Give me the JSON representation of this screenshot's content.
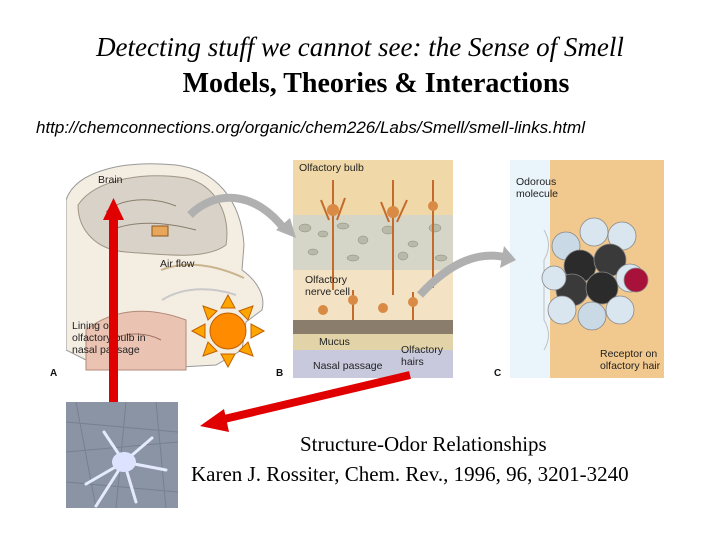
{
  "title": {
    "line1": "Detecting stuff we cannot see: the Sense of Smell",
    "line2": "Models, Theories & Interactions"
  },
  "url": "http://chemconnections.org/organic/chem226/Labs/Smell/smell-links.html",
  "figure": {
    "panel_a": {
      "letter": "A",
      "brain": "Brain",
      "air_flow": "Air flow",
      "lining": [
        "Lining of",
        "olfactory bulb in",
        "nasal passage"
      ]
    },
    "panel_b": {
      "letter": "B",
      "olfactory_bulb": "Olfactory bulb",
      "nerve_cell": [
        "Olfactory",
        "nerve cell"
      ],
      "mucus": "Mucus",
      "nasal_passage": "Nasal passage",
      "hairs": [
        "Olfactory",
        "hairs"
      ]
    },
    "panel_c": {
      "letter": "C",
      "molecule": [
        "Odorous",
        "molecule"
      ],
      "receptor": [
        "Receptor on",
        "olfactory hair"
      ]
    }
  },
  "reference": {
    "line1": "Structure-Odor Relationships",
    "line2": "Karen J. Rossiter, Chem. Rev., 1996, 96, 3201-3240"
  },
  "colors": {
    "arrow": "#e00000",
    "sun": "#ff8c00",
    "sun_rays": "#ffa500"
  }
}
